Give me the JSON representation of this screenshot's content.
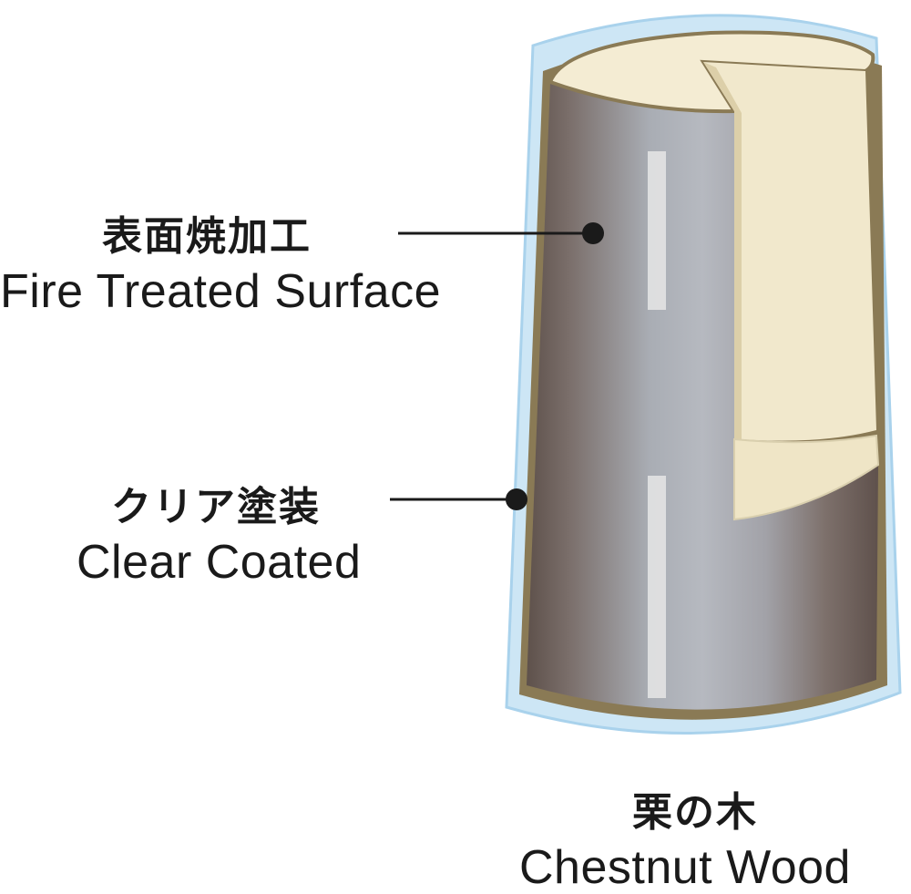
{
  "labels": {
    "fire_treated": {
      "jp": "表面焼加工",
      "en": "Fire Treated Surface"
    },
    "clear_coated": {
      "jp": "クリア塗装",
      "en": "Clear Coated"
    },
    "chestnut_wood": {
      "jp": "栗の木",
      "en": "Chestnut Wood"
    }
  },
  "colors": {
    "clear_coat": "#cde6f5",
    "clear_coat_edge": "#a9d2ec",
    "outer_rim": "#8a7a55",
    "surface_dark": "#6a5c55",
    "surface_light": "#aeb2b9",
    "wood": "#f4ecd3",
    "wood_shadow": "#e4d9bb",
    "highlight": "#e6e6e6",
    "callout": "#1a1a1a"
  }
}
